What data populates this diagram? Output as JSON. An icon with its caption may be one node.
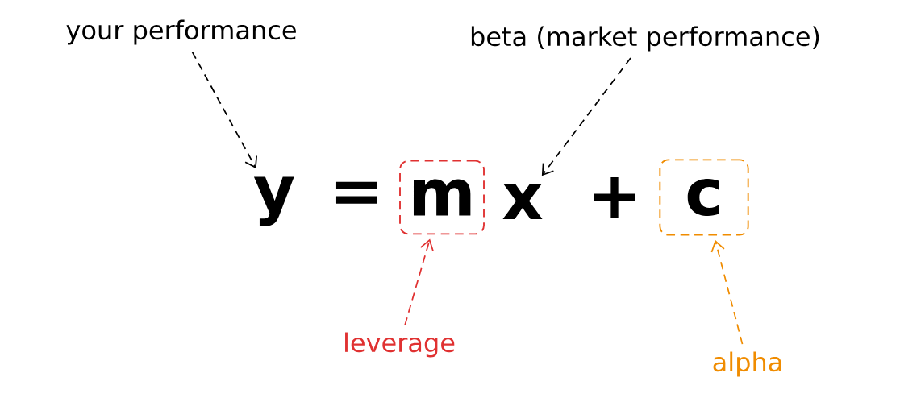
{
  "diagram": {
    "nodes": [
      {
        "text": [
          "your performance"
        ]
      },
      {
        "text": [
          "beta (market performance)"
        ]
      },
      {
        "text": [
          "y"
        ]
      },
      {
        "text": [
          "m"
        ]
      },
      {
        "text": [
          "x"
        ]
      },
      {
        "text": [
          "c"
        ]
      },
      {
        "text": [
          "leverage"
        ]
      },
      {
        "text": [
          "alpha"
        ]
      }
    ],
    "edges": [
      {
        "from": 0,
        "to": 2,
        "arrow": "to",
        "style": "dashed"
      },
      {
        "from": 1,
        "to": 4,
        "arrow": "to",
        "style": "dashed"
      },
      {
        "from": 6,
        "to": 3,
        "arrow": "to",
        "style": "dashed",
        "color": "#e03131"
      },
      {
        "from": 7,
        "to": 5,
        "arrow": "to",
        "style": "dashed",
        "color": "#f08c00"
      }
    ],
    "labels": [
      "=",
      "+"
    ]
  }
}
